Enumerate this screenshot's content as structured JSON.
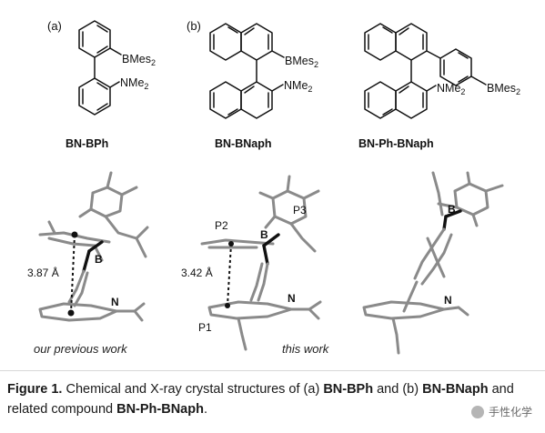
{
  "panels": {
    "a": "(a)",
    "b": "(b)"
  },
  "structures": [
    {
      "name": "BN-BPh",
      "boron_label": "BMes",
      "boron_sub": "2",
      "amine_label": "NMe",
      "amine_sub": "2"
    },
    {
      "name": "BN-BNaph",
      "boron_label": "BMes",
      "boron_sub": "2",
      "amine_label": "NMe",
      "amine_sub": "2"
    },
    {
      "name": "BN-Ph-BNaph",
      "boron_label": "BMes",
      "boron_sub": "2",
      "amine_label": "NMe",
      "amine_sub": "2"
    }
  ],
  "xray": {
    "left": {
      "distance": "3.87 Å",
      "boron": "B",
      "nitrogen": "N",
      "label": "our previous work"
    },
    "middle": {
      "distance": "3.42 Å",
      "boron": "B",
      "nitrogen": "N",
      "p1": "P1",
      "p2": "P2",
      "p3": "P3",
      "label": "this work"
    },
    "right": {
      "boron": "B",
      "nitrogen": "N"
    }
  },
  "caption": {
    "figure_label": "Figure 1.",
    "text_1": " Chemical and X-ray crystal structures of (a) ",
    "c1": "BN-BPh",
    "text_2": " and (b) ",
    "c2": "BN-BNaph",
    "text_3": " and related compound ",
    "c3": "BN-Ph-BNaph",
    "text_4": "."
  },
  "watermark": "手性化学"
}
